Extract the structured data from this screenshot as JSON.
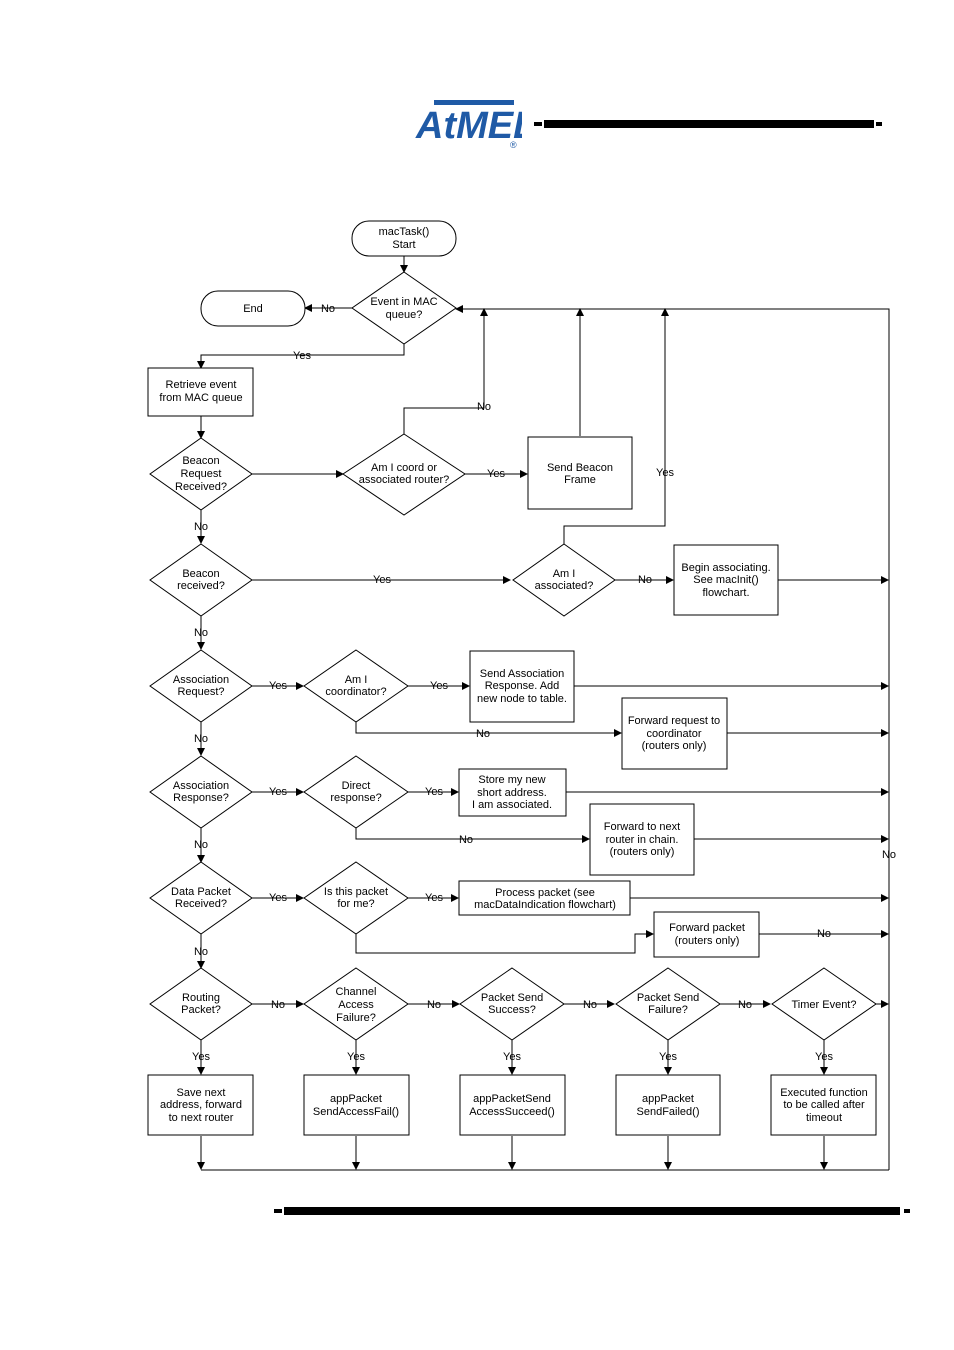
{
  "logo": {
    "text": "AtMEL",
    "registered": "®",
    "color": "#1f5aa6"
  },
  "flowchart": {
    "start": [
      "macTask()",
      "Start"
    ],
    "event_in_queue": [
      "Event in MAC",
      "queue?"
    ],
    "end": "End",
    "retrieve_event": [
      "Retrieve event",
      "from MAC queue"
    ],
    "beacon_request": [
      "Beacon",
      "Request",
      "Received?"
    ],
    "am_i_coord_or_router": [
      "Am I coord or",
      "associated router?"
    ],
    "send_beacon": [
      "Send Beacon",
      "Frame"
    ],
    "beacon_received": [
      "Beacon",
      "received?"
    ],
    "am_i_associated": [
      "Am I",
      "associated?"
    ],
    "begin_associating": [
      "Begin associating.",
      "See macInit()",
      "flowchart."
    ],
    "association_request": [
      "Association",
      "Request?"
    ],
    "am_i_coordinator": [
      "Am I",
      "coordinator?"
    ],
    "send_association_response": [
      "Send Association",
      "Response.  Add",
      "new node to table."
    ],
    "forward_request": [
      "Forward request to",
      "coordinator",
      "(routers only)"
    ],
    "association_response": [
      "Association",
      "Response?"
    ],
    "direct_response": [
      "Direct",
      "response?"
    ],
    "store_short_address": [
      "Store my new",
      "short address.",
      "I am associated."
    ],
    "forward_next_router": [
      "Forward to next",
      "router in chain.",
      "(routers only)"
    ],
    "data_packet_received": [
      "Data Packet",
      "Received?"
    ],
    "is_packet_for_me": [
      "Is this packet",
      "for me?"
    ],
    "process_packet": [
      "Process packet (see",
      "macDataIndication flowchart)"
    ],
    "forward_packet": [
      "Forward packet",
      "(routers only)"
    ],
    "routing_packet": [
      "Routing",
      "Packet?"
    ],
    "channel_access_failure": [
      "Channel",
      "Access",
      "Failure?"
    ],
    "packet_send_success": [
      "Packet Send",
      "Success?"
    ],
    "packet_send_failure": [
      "Packet Send",
      "Failure?"
    ],
    "timer_event": [
      "Timer Event?"
    ],
    "save_next_address": [
      "Save next",
      "address, forward",
      "to next router"
    ],
    "app_send_access_fail": [
      "appPacket",
      "SendAccessFail()"
    ],
    "app_send_access_succeed": [
      "appPacketSend",
      "AccessSucceed()"
    ],
    "app_send_failed": [
      "appPacket",
      "SendFailed()"
    ],
    "executed_function": [
      "Executed function",
      "to be called after",
      "timeout"
    ],
    "yes_label": "Yes",
    "no_label": "No"
  }
}
